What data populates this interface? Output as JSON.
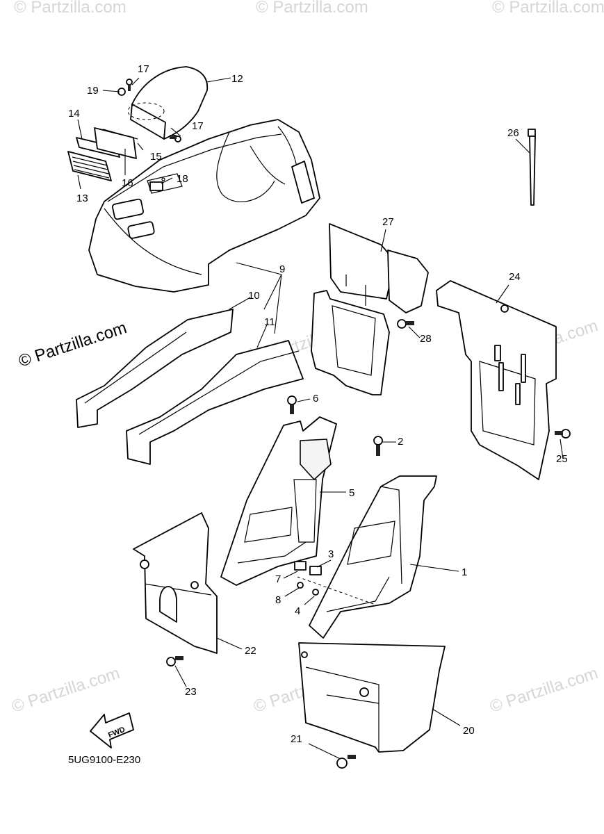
{
  "watermark": {
    "text": "© Partzilla.com",
    "faint_text": "© Partzilla.com"
  },
  "diagram_code": "5UG9100-E230",
  "fwd_label": "FWD",
  "callouts": [
    "1",
    "2",
    "3",
    "4",
    "5",
    "6",
    "7",
    "8",
    "9",
    "10",
    "11",
    "12",
    "13",
    "14",
    "15",
    "16",
    "17",
    "17",
    "18",
    "19",
    "20",
    "21",
    "22",
    "23",
    "24",
    "25",
    "26",
    "27",
    "28"
  ],
  "colors": {
    "ink": "#000000",
    "watermark": "#d6d6d6",
    "background": "#ffffff"
  }
}
